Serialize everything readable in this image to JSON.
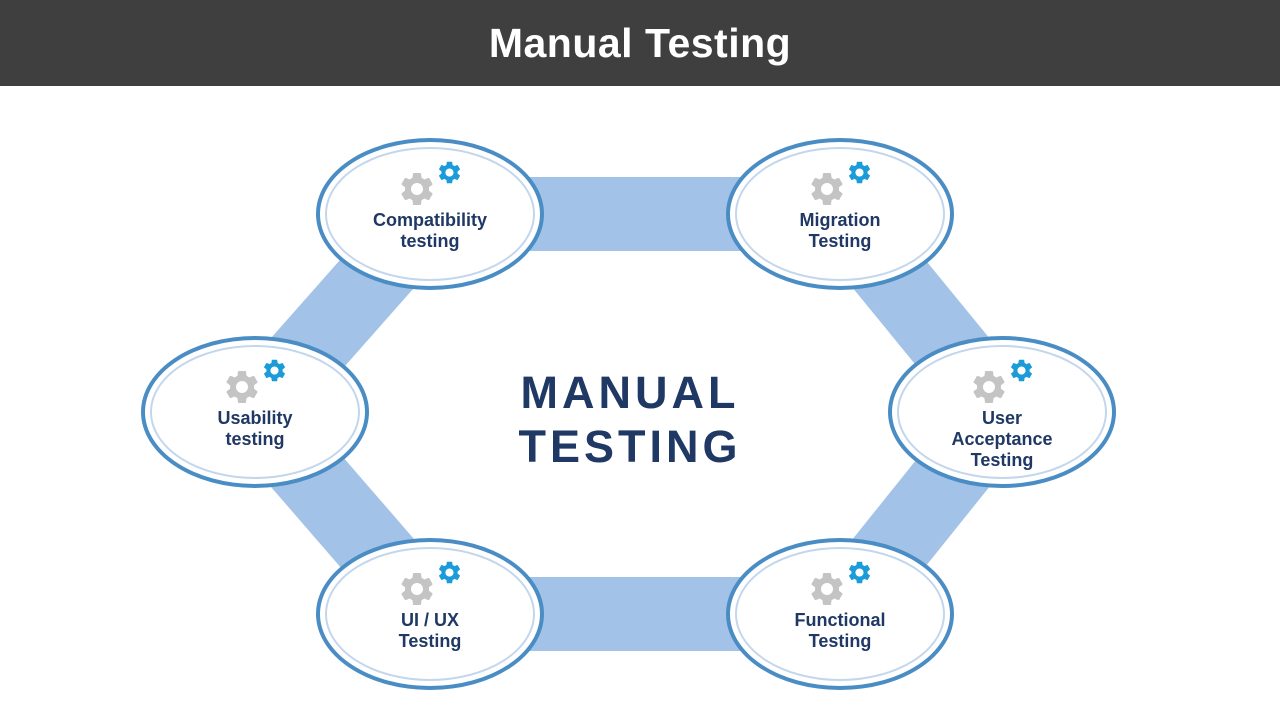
{
  "header": {
    "title": "Manual Testing"
  },
  "diagram": {
    "center_label": {
      "line1": "MANUAL",
      "line2": "TESTING"
    },
    "nodes": [
      {
        "label": "Compatibility testing",
        "lines": [
          "Compatibility",
          "testing"
        ]
      },
      {
        "label": "Migration Testing",
        "lines": [
          "Migration",
          "Testing"
        ]
      },
      {
        "label": "User Acceptance Testing",
        "lines": [
          "User",
          "Acceptance",
          "Testing"
        ]
      },
      {
        "label": "Functional Testing",
        "lines": [
          "Functional",
          "Testing"
        ]
      },
      {
        "label": "UI / UX Testing",
        "lines": [
          "UI / UX",
          "Testing"
        ]
      },
      {
        "label": "Usability testing",
        "lines": [
          "Usability",
          "testing"
        ]
      }
    ],
    "colors": {
      "header_bg": "#3f3f3f",
      "band": "#a3c2e8",
      "node_border": "#4a8dc4",
      "inner_ring": "#c3d6ec",
      "text_navy": "#1f3864",
      "gear_gray": "#c4c4c4",
      "gear_blue": "#1b9bd8"
    }
  }
}
